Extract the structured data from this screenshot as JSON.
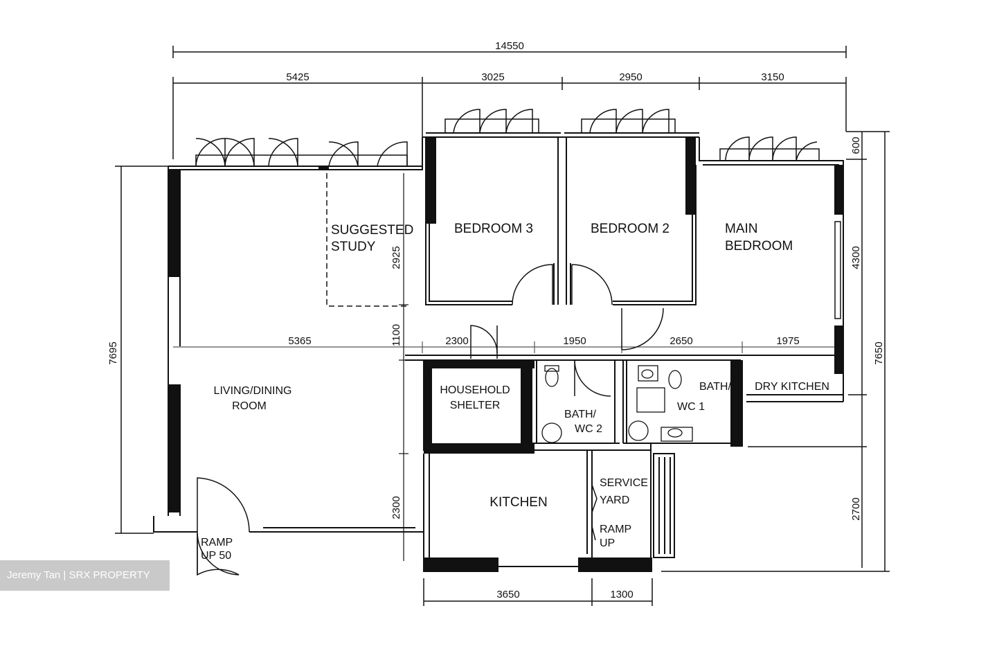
{
  "dimensions": {
    "top_total": "14550",
    "top_1": "5425",
    "top_2": "3025",
    "top_3": "2950",
    "top_4": "3150",
    "mid_1": "5365",
    "mid_2": "2300",
    "mid_3": "1950",
    "mid_4": "2650",
    "mid_5": "1975",
    "bottom_1": "3650",
    "bottom_2": "1300",
    "left_total": "7695",
    "inner_2925": "2925",
    "inner_1100": "1100",
    "inner_2300": "2300",
    "right_600": "600",
    "right_4300": "4300",
    "right_2700": "2700",
    "right_total": "7650"
  },
  "rooms": {
    "suggested_study_1": "SUGGESTED",
    "suggested_study_2": "STUDY",
    "bedroom_3": "BEDROOM 3",
    "bedroom_2": "BEDROOM 2",
    "main_bedroom_1": "MAIN",
    "main_bedroom_2": "BEDROOM",
    "living_dining_1": "LIVING/DINING",
    "living_dining_2": "ROOM",
    "household_shelter_1": "HOUSEHOLD",
    "household_shelter_2": "SHELTER",
    "bath_wc_1": "BATH/",
    "bath_wc_2": "WC 2",
    "bath_wc1_1": "BATH/",
    "bath_wc1_2": "WC 1",
    "dry_kitchen": "DRY KITCHEN",
    "kitchen": "KITCHEN",
    "service_yard_1": "SERVICE",
    "service_yard_2": "YARD",
    "ramp_up_1": "RAMP",
    "ramp_up_2": "UP",
    "ramp_up_50_1": "RAMP",
    "ramp_up_50_2": "UP 50"
  },
  "watermark": "Jeremy Tan | SRX PROPERTY"
}
